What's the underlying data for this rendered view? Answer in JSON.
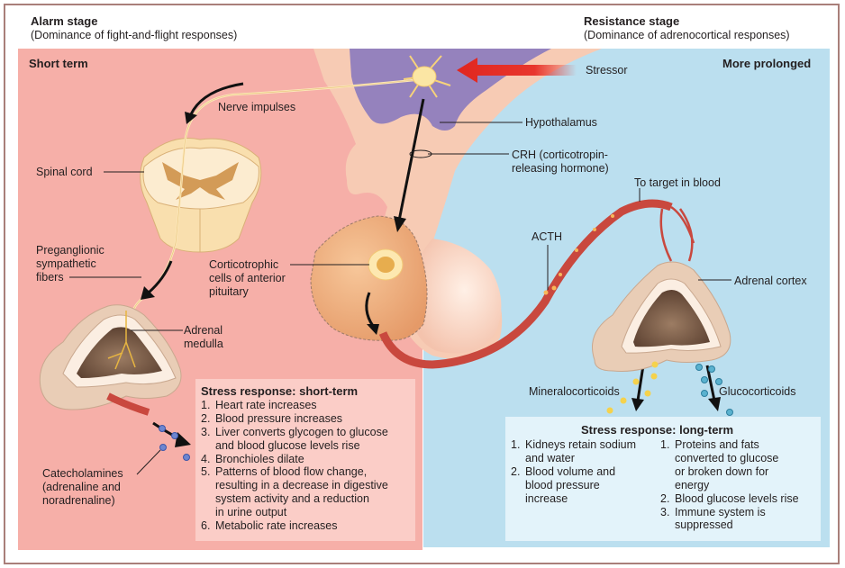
{
  "headers": {
    "alarm": {
      "title": "Alarm stage",
      "subtitle": "(Dominance of fight-and-flight responses)"
    },
    "resistance": {
      "title": "Resistance stage",
      "subtitle": "(Dominance of adrenocortical responses)"
    }
  },
  "panels": {
    "left_label": "Short term",
    "right_label": "More prolonged"
  },
  "labels": {
    "stressor": "Stressor",
    "nerve_impulses": "Nerve impulses",
    "hypothalamus": "Hypothalamus",
    "crh_line1": "CRH (corticotropin-",
    "crh_line2": "releasing hormone)",
    "spinal_cord": "Spinal cord",
    "to_target": "To target in blood",
    "acth": "ACTH",
    "preganglionic_1": "Preganglionic",
    "preganglionic_2": "sympathetic",
    "preganglionic_3": "fibers",
    "corticotrophic_1": "Corticotrophic",
    "corticotrophic_2": "cells of anterior",
    "corticotrophic_3": "pituitary",
    "adrenal_cortex": "Adrenal cortex",
    "adrenal_medulla_1": "Adrenal",
    "adrenal_medulla_2": "medulla",
    "mineralocorticoids": "Mineralocorticoids",
    "glucocorticoids": "Glucocorticoids",
    "catecholamines_1": "Catecholamines",
    "catecholamines_2": "(adrenaline and",
    "catecholamines_3": "noradrenaline)"
  },
  "short_term": {
    "title": "Stress response: short-term",
    "items": [
      {
        "n": "1.",
        "lines": [
          "Heart rate increases"
        ]
      },
      {
        "n": "2.",
        "lines": [
          "Blood pressure increases"
        ]
      },
      {
        "n": "3.",
        "lines": [
          "Liver converts glycogen to glucose",
          "and blood glucose levels rise"
        ]
      },
      {
        "n": "4.",
        "lines": [
          "Bronchioles dilate"
        ]
      },
      {
        "n": "5.",
        "lines": [
          "Patterns of blood flow change,",
          "resulting in a decrease in digestive",
          "system activity and a reduction",
          "in urine output"
        ]
      },
      {
        "n": "6.",
        "lines": [
          "Metabolic rate increases"
        ]
      }
    ]
  },
  "long_term": {
    "title": "Stress response: long-term",
    "mineralocorticoid_effects": [
      {
        "n": "1.",
        "lines": [
          "Kidneys retain sodium",
          "and water"
        ]
      },
      {
        "n": "2.",
        "lines": [
          "Blood volume and",
          "blood pressure",
          "increase"
        ]
      }
    ],
    "glucocorticoid_effects": [
      {
        "n": "1.",
        "lines": [
          "Proteins and fats",
          "converted to glucose",
          "or broken down for",
          "energy"
        ]
      },
      {
        "n": "2.",
        "lines": [
          "Blood glucose levels rise"
        ]
      },
      {
        "n": "3.",
        "lines": [
          "Immune system is",
          "suppressed"
        ]
      }
    ]
  },
  "colors": {
    "short_term_bg": "#f6afa8",
    "long_term_bg": "#bbdfef",
    "frame": "#a97f7a",
    "hypothalamus": "#8f7fb8",
    "stressor_arrow": "#e8362d",
    "blood_vessel": "#c9483e"
  }
}
